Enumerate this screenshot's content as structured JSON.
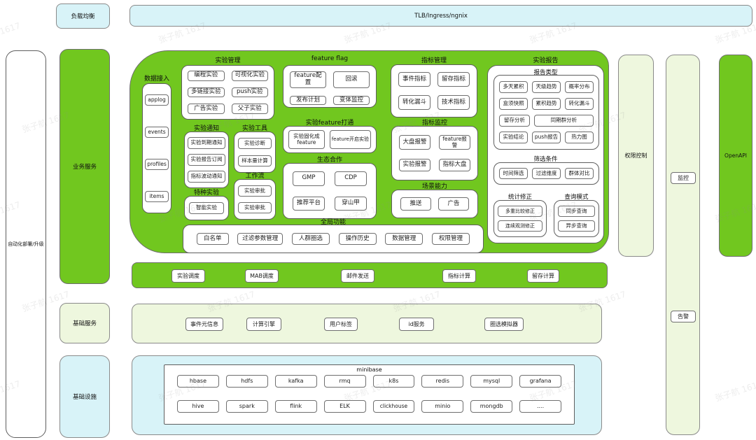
{
  "watermark": {
    "text": "张子航 1617"
  },
  "colors": {
    "green": "#71c71f",
    "cyan": "#d8f3f8",
    "lime": "#eef7de"
  },
  "top": {
    "load_balancer": "负载均衡",
    "gateway": "TLB/Ingress/ngnix"
  },
  "left_rail": {
    "label": "自动化部署/升级"
  },
  "layers": {
    "business": "业务服务",
    "basic_services": "基础服务",
    "infrastructure": "基础设施"
  },
  "right_rails": {
    "permission": "权限控制",
    "monitor": "监控",
    "alert": "告警",
    "openapi": "OpenAPI"
  },
  "main": {
    "data_access": {
      "title": "数据接入",
      "items": [
        "applog",
        "events",
        "profiles",
        "items"
      ]
    },
    "experiment_mgmt": {
      "title": "实验管理",
      "items": [
        "编程实验",
        "可视化实验",
        "多链接实验",
        "push实验",
        "广告实验",
        "父子实验"
      ]
    },
    "feature_flag": {
      "title": "feature flag",
      "items": [
        "feature配置",
        "回滚",
        "发布计划",
        "变体监控"
      ]
    },
    "experiment_notice": {
      "title": "实验通知",
      "items": [
        "实验到期通知",
        "实验报告订阅",
        "指标波动通知"
      ]
    },
    "experiment_tools": {
      "title": "实验工具",
      "items": [
        "实验诊断",
        "样本量计算"
      ]
    },
    "workflow": {
      "title": "工作流",
      "items": [
        "实验审批",
        "实验审批"
      ]
    },
    "special_experiment": {
      "title": "特种实验",
      "items": [
        "智能实验"
      ]
    },
    "experiment_feature_bridge": {
      "title": "实验feature打通",
      "items": [
        "实验固化成feature",
        "feature开启实验"
      ]
    },
    "ecosystem": {
      "title": "生态合作",
      "items": [
        "GMP",
        "CDP",
        "推荐平台",
        "穿山甲"
      ]
    },
    "metric_mgmt": {
      "title": "指标管理",
      "items": [
        "事件指标",
        "留存指标",
        "转化漏斗",
        "技术指标"
      ]
    },
    "metric_monitor": {
      "title": "指标监控",
      "items": [
        "大盘报警",
        "feature报警",
        "实验报警",
        "指标大盘"
      ]
    },
    "scenario": {
      "title": "场景能力",
      "items": [
        "推送",
        "广告"
      ]
    },
    "experiment_report": {
      "title": "实验报告",
      "report_types": {
        "title": "报告类型",
        "row1": [
          "多天累积",
          "天级趋势",
          "概率分布"
        ],
        "row2": [
          "盒须快照",
          "累积趋势",
          "转化漏斗"
        ],
        "row3": [
          "留存分析",
          "同期群分析"
        ],
        "row4": [
          "实验结论",
          "push报告",
          "热力图"
        ]
      },
      "filters": {
        "title": "筛选条件",
        "items": [
          "时间筛选",
          "过滤维度",
          "群体对比"
        ]
      },
      "corrections": {
        "title": "统计修正",
        "items": [
          "多重比较修正",
          "连续观测修正"
        ]
      },
      "query_modes": {
        "title": "查询模式",
        "items": [
          "同步查询",
          "异步查询"
        ]
      }
    },
    "global_features": {
      "title": "全局功能",
      "items": [
        "白名单",
        "过滤参数管理",
        "人群圈选",
        "操作历史",
        "数据管理",
        "权限管理"
      ]
    }
  },
  "scheduler_bar": {
    "items": [
      "实验调度",
      "MAB调度",
      "邮件发送",
      "指标计算",
      "留存计算"
    ]
  },
  "services_bar": {
    "items": [
      "事件元信息",
      "计算引擎",
      "用户标签",
      "id服务",
      "圈选模拟器"
    ]
  },
  "minibase": {
    "title": "minibase",
    "row1": [
      "hbase",
      "hdfs",
      "kafka",
      "rmq",
      "k8s",
      "redis",
      "mysql",
      "grafana"
    ],
    "row2": [
      "hive",
      "spark",
      "flink",
      "ELK",
      "clickhouse",
      "minio",
      "mongdb",
      "...."
    ]
  }
}
